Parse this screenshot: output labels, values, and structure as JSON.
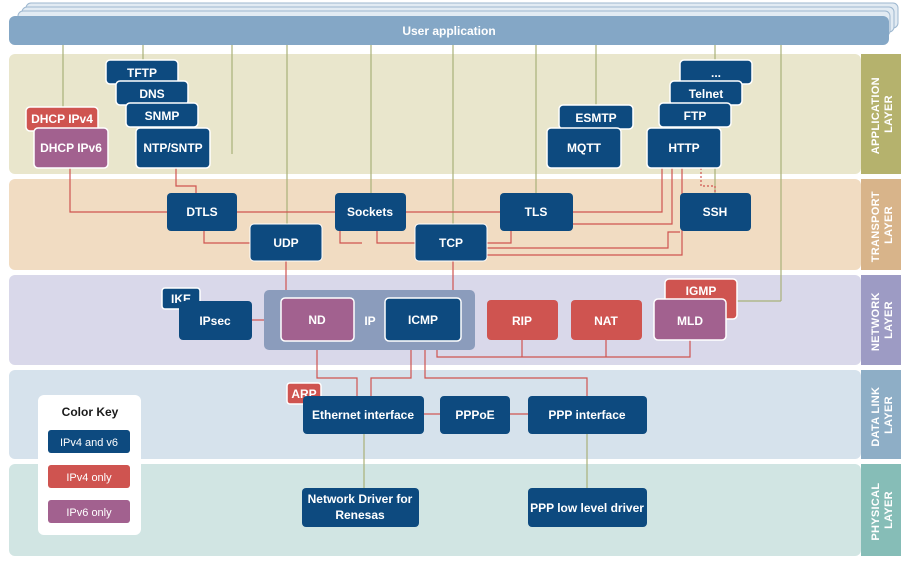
{
  "title": "User application",
  "layers": [
    {
      "id": "application",
      "label": "APPLICATION LAYER"
    },
    {
      "id": "transport",
      "label": "TRANSPORT LAYER"
    },
    {
      "id": "network",
      "label": "NETWORK LAYER"
    },
    {
      "id": "datalink",
      "label": "DATA LINK LAYER"
    },
    {
      "id": "physical",
      "label": "PHYSICAL LAYER"
    }
  ],
  "application": {
    "tftp": "TFTP",
    "dns": "DNS",
    "snmp": "SNMP",
    "ntp": "NTP/SNTP",
    "dhcp4": "DHCP IPv4",
    "dhcp6": "DHCP IPv6",
    "esmtp": "ESMTP",
    "mqtt": "MQTT",
    "more": "...",
    "telnet": "Telnet",
    "ftp": "FTP",
    "http": "HTTP"
  },
  "transport": {
    "dtls": "DTLS",
    "sockets": "Sockets",
    "tls": "TLS",
    "ssh": "SSH",
    "udp": "UDP",
    "tcp": "TCP"
  },
  "network": {
    "ike": "IKE",
    "ipsec": "IPsec",
    "ip": "IP",
    "nd": "ND",
    "icmp": "ICMP",
    "rip": "RIP",
    "nat": "NAT",
    "igmp": "IGMP",
    "mld": "MLD"
  },
  "datalink": {
    "arp": "ARP",
    "ethernet": "Ethernet interface",
    "pppoe": "PPPoE",
    "ppp": "PPP interface"
  },
  "physical": {
    "driver_line1": "Network Driver for",
    "driver_line2": "Renesas",
    "ppp_driver": "PPP low level driver"
  },
  "color_key": {
    "title": "Color Key",
    "both": "IPv4 and v6",
    "v4": "IPv4 only",
    "v6": "IPv6 only"
  },
  "colors": {
    "dual": "#0d4a7f",
    "ipv4": "#cf5450",
    "ipv6": "#a2618f",
    "application_band": "#e9e6cc",
    "application_tab": "#b5b26d",
    "transport_band": "#f1dcc2",
    "transport_tab": "#d8b48a",
    "network_band": "#d9d8ea",
    "network_tab": "#9d9bc4",
    "datalink_band": "#d6e2ec",
    "datalink_tab": "#8eaec6",
    "physical_band": "#d1e5e3",
    "physical_tab": "#86bdb7",
    "top_bar": "#84a7c6",
    "line_red": "#cf5450",
    "line_green": "#a9b179"
  }
}
